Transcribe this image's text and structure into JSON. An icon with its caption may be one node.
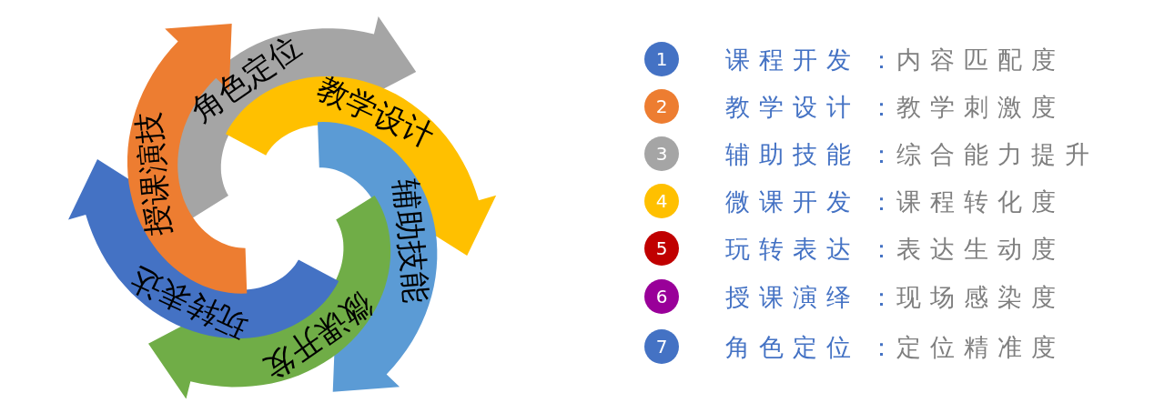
{
  "diagram": {
    "nodes": [
      {
        "text": [
          "角色定位"
        ]
      },
      {
        "text": [
          "教学设计"
        ]
      },
      {
        "text": [
          "辅助技能"
        ]
      },
      {
        "text": [
          "微课开发"
        ]
      },
      {
        "text": [
          "玩转表达"
        ]
      },
      {
        "text": [
          "授课演技"
        ]
      },
      {
        "text": [
          "1"
        ],
        "beside": [
          "课程开发",
          "：",
          "内容匹配度"
        ]
      },
      {
        "text": [
          "2"
        ],
        "beside": [
          "教学设计",
          "：",
          "教学刺激度"
        ]
      },
      {
        "text": [
          "3"
        ],
        "beside": [
          "辅助技能",
          "：",
          "综合能力提升"
        ]
      },
      {
        "text": [
          "4"
        ],
        "beside": [
          "微课开发",
          "：",
          "课程转化度"
        ]
      },
      {
        "text": [
          "5"
        ],
        "beside": [
          "玩转表达",
          "：",
          "表达生动度"
        ]
      },
      {
        "text": [
          "6"
        ],
        "beside": [
          "授课演绎",
          "：",
          "现场感染度"
        ]
      },
      {
        "text": [
          "7"
        ],
        "beside": [
          "角色定位",
          "：",
          "定位精准度"
        ]
      }
    ]
  }
}
